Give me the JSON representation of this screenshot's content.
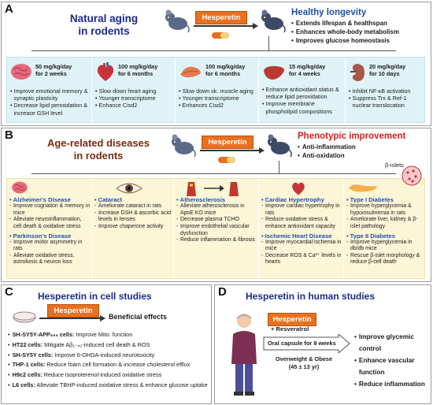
{
  "panel_a": {
    "letter": "A",
    "title_line1": "Natural aging",
    "title_line2": "in rodents",
    "hesperetin": "Hesperetin",
    "outcome_title": "Healthy longevity",
    "outcomes": [
      "Extends lifespan & healthspan",
      "Enhances whole-body metabolism",
      "Improves glucose homeostasis"
    ],
    "columns": [
      {
        "dose1": "50 mg/kg/day",
        "dose2": "for 2 weeks",
        "items": [
          "Improve emotional memory & synaptic plasticity",
          "Decrease lipid peroxidation & increase GSH level"
        ]
      },
      {
        "dose1": "100 mg/kg/day",
        "dose2": "for 6 months",
        "items": [
          "Slow down heart aging",
          "Younger transcriptome",
          "Enhance Cisd2"
        ]
      },
      {
        "dose1": "100 mg/kg/day",
        "dose2": "for 6 months",
        "items": [
          "Slow down sk. muscle aging",
          "Younger transcriptome",
          "Enhances Cisd2"
        ]
      },
      {
        "dose1": "15 mg/kg/day",
        "dose2": "for 4 weeks",
        "items": [
          "Enhance antioxidant status & reduce lipid peroxidation",
          "Improve membrane phospholipid compositions"
        ]
      },
      {
        "dose1": "20 mg/kg/day",
        "dose2": "for 10 days",
        "items": [
          "Inhibit NF-κB activation",
          "Suppress Trx & Ref-1 nuclear translocation"
        ]
      }
    ]
  },
  "panel_b": {
    "letter": "B",
    "title_line1": "Age-related diseases",
    "title_line2": "in rodents",
    "hesperetin": "Hesperetin",
    "outcome_title": "Phenotypic improvement",
    "outcomes": [
      "Anti-inflammation",
      "Anti-oxidation"
    ],
    "beta_islets": "β-islets",
    "columns": [
      {
        "groups": [
          {
            "name": "Alzheimer's Disease",
            "items": [
              "Improve cognation & memory in mice",
              "Alleviate neuroinflammation, cell death & oxidative stress"
            ]
          },
          {
            "name": "Parkinson's Disease",
            "items": [
              "Improve motor asymmetry in rats",
              "Alleviate oxidative stress, astroliosis & neuron loss"
            ]
          }
        ]
      },
      {
        "groups": [
          {
            "name": "Cataract",
            "items": [
              "Ameliorate cataract in rats",
              "Increase GSH & ascorbic acid levels in lenses",
              "Improve chaperone activity"
            ]
          }
        ]
      },
      {
        "groups": [
          {
            "name": "Atherosclerosis",
            "items": [
              "Alleviate atherosclerosis in ApoE KO mice",
              "Decrease plasma TCHO",
              "Improve endothelial vascular dysfunction",
              "Reduce inflammation & fibrosis"
            ]
          }
        ]
      },
      {
        "groups": [
          {
            "name": "Cardiac Hypertrophy",
            "items": [
              "Improve cardiac hypertrophy in rats",
              "Reduce oxidative stress & enhance antioxidant capacity"
            ]
          },
          {
            "name": "Ischemic Heart Disease",
            "items": [
              "Improve myocardial ischemia in mice",
              "Decrease ROS & Ca²⁺ levels in hearts"
            ]
          }
        ]
      },
      {
        "groups": [
          {
            "name": "Type I Diabetes",
            "items": [
              "Improve hyperglycemia & hypoinsulinemia in rats",
              "Ameliorate liver, kidney & β-islet pathology"
            ]
          },
          {
            "name": "Type II Diabetes",
            "items": [
              "Improve hyperglycemia in db/db mice",
              "Rescue β-islet morphology & reduce β-cell death"
            ]
          }
        ]
      }
    ]
  },
  "panel_c": {
    "letter": "C",
    "title": "Hesperetin in cell studies",
    "hesperetin": "Hesperetin",
    "effects": "Beneficial effects",
    "rows": [
      {
        "cell": "SH-SY5Y-APP₆₉₅ cells:",
        "text": "Improve Mito. function"
      },
      {
        "cell": "HT22 cells:",
        "text": "Mitigate Aβ₁₋₄₂-induced cell death & ROS"
      },
      {
        "cell": "SH-SY5Y cells:",
        "text": "Improve 6-OHDA-induced neurotoxicity"
      },
      {
        "cell": "THP-1 cells:",
        "text": "Reduce foam cell formation & increase cholesterol efflux"
      },
      {
        "cell": "H9c2 cells:",
        "text": "Reduce isoproterenol-induced oxidative stress"
      },
      {
        "cell": "L6 cells:",
        "text": "Alleviate TBHP-induced oxidative stress & enhance glucose uptake"
      }
    ]
  },
  "panel_d": {
    "letter": "D",
    "title": "Hesperetin in human studies",
    "hesperetin": "Hesperetin",
    "resveratrol": "+ Resveratrol",
    "capsule": "Oral capsule for 8 weeks",
    "population1": "Overweight & Obese",
    "population2": "(45 ± 13 yr)",
    "outcomes": [
      "Improve glycemic control",
      "Enhance vascular function",
      "Reduce inflammation"
    ]
  },
  "colors": {
    "panel_a_title": "#1b2a8a",
    "panel_b_title": "#7a2a12",
    "orange": "#e8701f",
    "blue_heading": "#1d50a6",
    "red_heading": "#d61f1f"
  }
}
